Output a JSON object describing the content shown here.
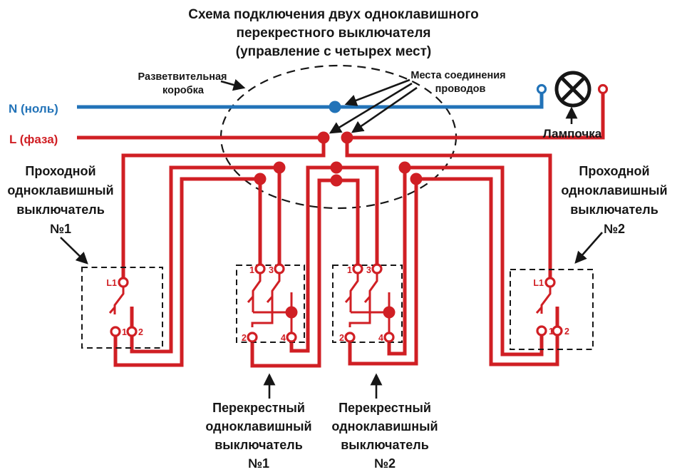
{
  "colors": {
    "wire_phase": "#d01f24",
    "wire_neutral": "#2273b8",
    "ink": "#161616"
  },
  "title": {
    "line1": "Схема подключения двух одноклавишного",
    "line2": "перекрестного выключателя",
    "line3": "(управление с четырех мест)"
  },
  "power_labels": {
    "neutral": "N (ноль)",
    "phase": "L (фаза)"
  },
  "annotations": {
    "junction_box": [
      "Разветвительная",
      "коробка"
    ],
    "wire_joints": [
      "Места соединения",
      "проводов"
    ],
    "lamp": "Лампочка",
    "pass_switch_1": [
      "Проходной",
      "одноклавишный",
      "выключатель",
      "№1"
    ],
    "pass_switch_2": [
      "Проходной",
      "одноклавишный",
      "выключатель",
      "№2"
    ],
    "cross_switch_1": [
      "Перекрестный",
      "одноклавишный",
      "выключатель",
      "№1"
    ],
    "cross_switch_2": [
      "Перекрестный",
      "одноклавишный",
      "выключатель",
      "№2"
    ]
  },
  "terminals": {
    "pass_switch_1": {
      "l1": "L1",
      "t1": "1",
      "t2": "2"
    },
    "pass_switch_2": {
      "l1": "L1",
      "t1": "1",
      "t2": "2"
    },
    "cross_switch_1": {
      "t1": "1",
      "t3": "3",
      "t2": "2",
      "t4": "4"
    },
    "cross_switch_2": {
      "t1": "1",
      "t3": "3",
      "t2": "2",
      "t4": "4"
    }
  },
  "symbols": {
    "lamp": "lamp-cross-circle",
    "junction_dot": "wire-joint-dot",
    "terminal_ring": "screw-terminal"
  }
}
